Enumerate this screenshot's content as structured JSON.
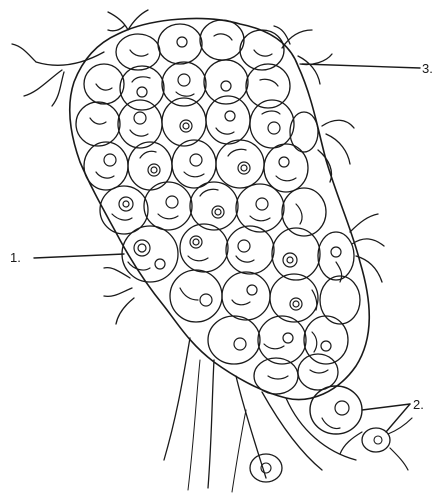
{
  "labels": {
    "one": "1.",
    "two": "2.",
    "three": "3."
  },
  "colors": {
    "ink": "#1a1a1a",
    "background": "#ffffff"
  }
}
